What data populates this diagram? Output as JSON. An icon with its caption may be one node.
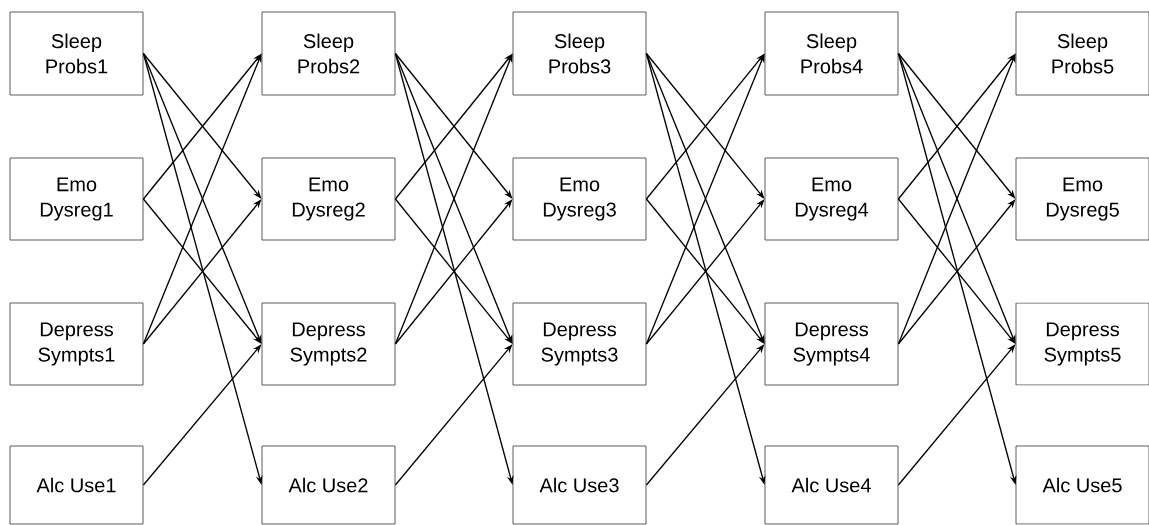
{
  "diagram": {
    "nodes": [
      {
        "text": [
          "Sleep Probs1"
        ]
      },
      {
        "text": [
          "Emo Dysreg1"
        ]
      },
      {
        "text": [
          "Depress Sympts1"
        ]
      },
      {
        "text": [
          "Alc Use1"
        ]
      },
      {
        "text": [
          "Sleep Probs2"
        ]
      },
      {
        "text": [
          "Emo Dysreg2"
        ]
      },
      {
        "text": [
          "Depress Sympts2"
        ]
      },
      {
        "text": [
          "Alc Use2"
        ]
      },
      {
        "text": [
          "Sleep Probs3"
        ]
      },
      {
        "text": [
          "Emo Dysreg3"
        ]
      },
      {
        "text": [
          "Depress Sympts3"
        ]
      },
      {
        "text": [
          "Alc Use3"
        ]
      },
      {
        "text": [
          "Sleep Probs4"
        ]
      },
      {
        "text": [
          "Emo Dysreg4"
        ]
      },
      {
        "text": [
          "Depress Sympts4"
        ]
      },
      {
        "text": [
          "Alc Use4"
        ]
      },
      {
        "text": [
          "Sleep Probs5"
        ]
      },
      {
        "text": [
          "Emo Dysreg5"
        ]
      },
      {
        "text": [
          "Depress Sympts5"
        ]
      },
      {
        "text": [
          "Alc Use5"
        ]
      }
    ],
    "edges": [
      {
        "from": 0,
        "to": 5,
        "arrow": "to"
      },
      {
        "from": 0,
        "to": 6,
        "arrow": "to"
      },
      {
        "from": 0,
        "to": 7,
        "arrow": "to"
      },
      {
        "from": 1,
        "to": 4,
        "arrow": "to"
      },
      {
        "from": 1,
        "to": 6,
        "arrow": "to"
      },
      {
        "from": 2,
        "to": 4,
        "arrow": "to"
      },
      {
        "from": 2,
        "to": 5,
        "arrow": "to"
      },
      {
        "from": 3,
        "to": 6,
        "arrow": "to"
      },
      {
        "from": 4,
        "to": 9,
        "arrow": "to"
      },
      {
        "from": 4,
        "to": 10,
        "arrow": "to"
      },
      {
        "from": 4,
        "to": 11,
        "arrow": "to"
      },
      {
        "from": 5,
        "to": 8,
        "arrow": "to"
      },
      {
        "from": 5,
        "to": 10,
        "arrow": "to"
      },
      {
        "from": 6,
        "to": 8,
        "arrow": "to"
      },
      {
        "from": 6,
        "to": 9,
        "arrow": "to"
      },
      {
        "from": 7,
        "to": 10,
        "arrow": "to"
      },
      {
        "from": 8,
        "to": 13,
        "arrow": "to"
      },
      {
        "from": 8,
        "to": 14,
        "arrow": "to"
      },
      {
        "from": 8,
        "to": 15,
        "arrow": "to"
      },
      {
        "from": 9,
        "to": 12,
        "arrow": "to"
      },
      {
        "from": 9,
        "to": 14,
        "arrow": "to"
      },
      {
        "from": 10,
        "to": 12,
        "arrow": "to"
      },
      {
        "from": 10,
        "to": 13,
        "arrow": "to"
      },
      {
        "from": 11,
        "to": 14,
        "arrow": "to"
      },
      {
        "from": 12,
        "to": 17,
        "arrow": "to"
      },
      {
        "from": 12,
        "to": 18,
        "arrow": "to"
      },
      {
        "from": 12,
        "to": 19,
        "arrow": "to"
      },
      {
        "from": 13,
        "to": 16,
        "arrow": "to"
      },
      {
        "from": 13,
        "to": 18,
        "arrow": "to"
      },
      {
        "from": 14,
        "to": 16,
        "arrow": "to"
      },
      {
        "from": 14,
        "to": 17,
        "arrow": "to"
      },
      {
        "from": 15,
        "to": 18,
        "arrow": "to"
      }
    ]
  }
}
